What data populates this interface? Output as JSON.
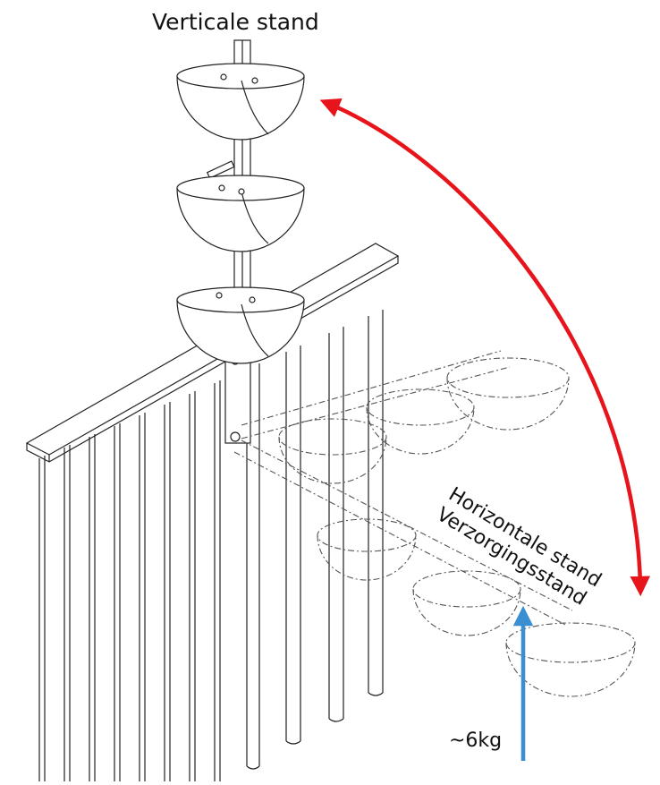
{
  "labels": {
    "vertical_position": "Verticale stand",
    "horizontal_position": "Horizontale stand",
    "service_position": "Verzorgingsstand",
    "weight": "~6kg"
  },
  "colors": {
    "line_art": "#222222",
    "dashed_art": "#555555",
    "rotation_arrow": "#e8141b",
    "force_arrow": "#3a8ed2",
    "background": "#ffffff"
  },
  "icons": {
    "rotation_arrow": "double-headed-curved-arrow",
    "force_arrow": "upward-arrow"
  }
}
